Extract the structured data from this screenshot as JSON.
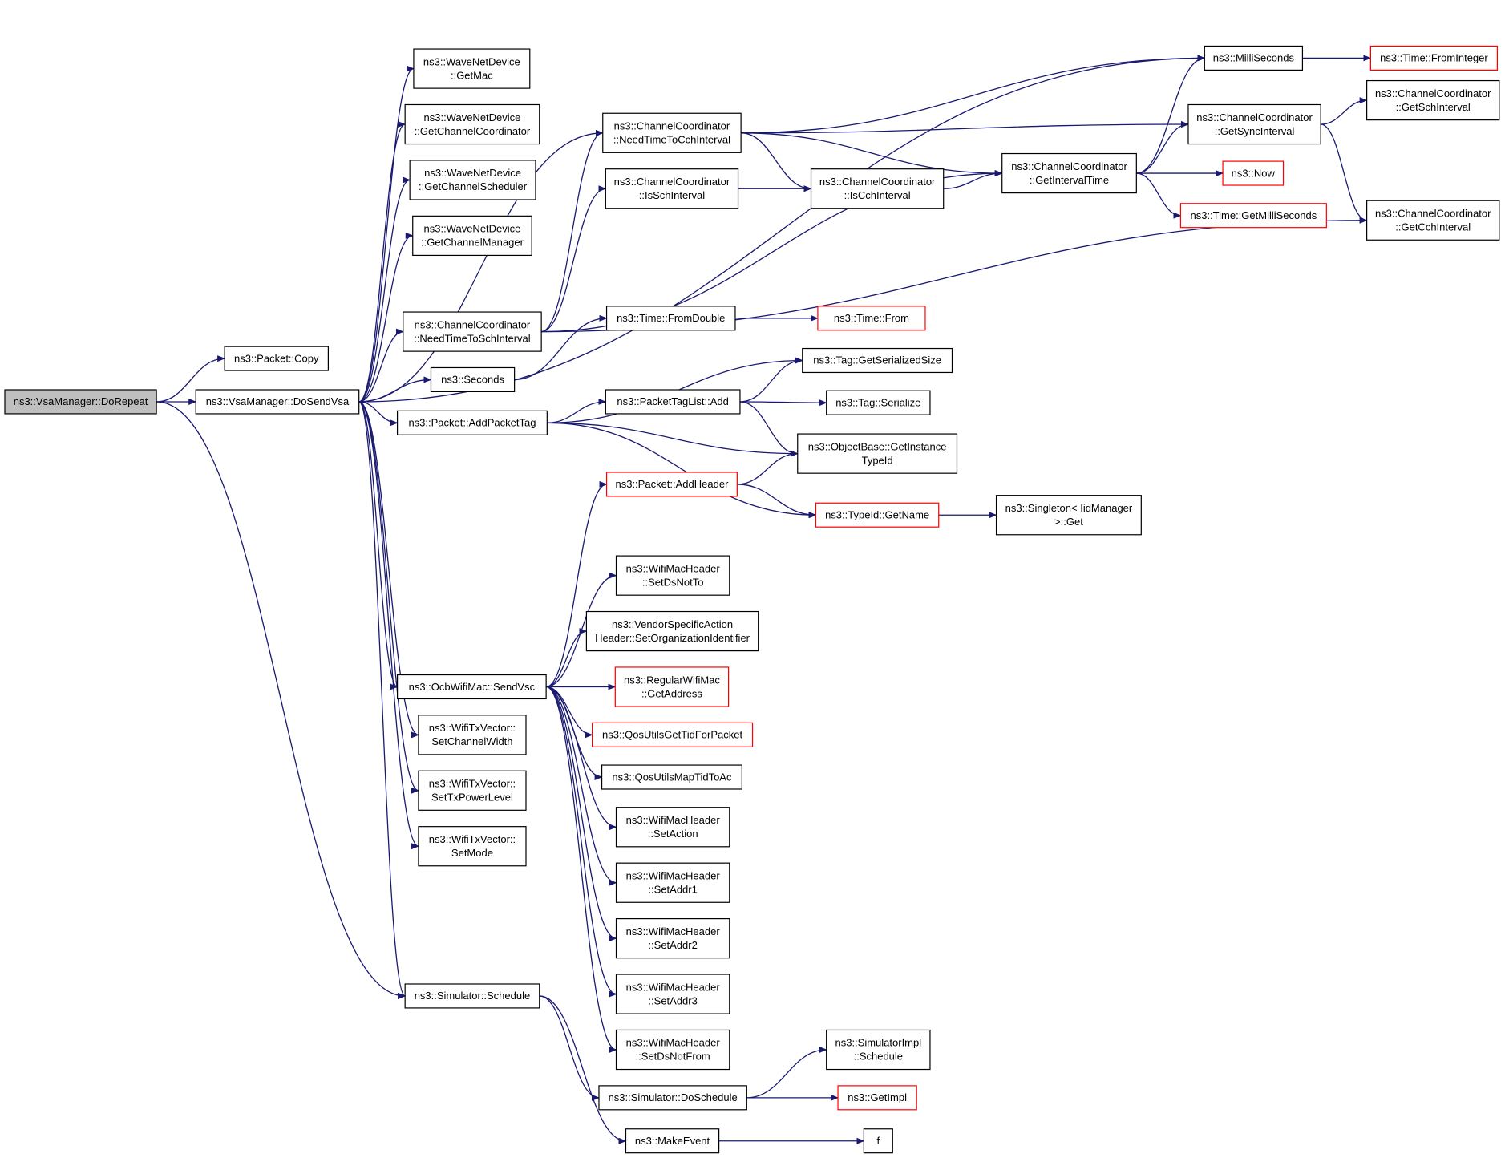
{
  "diagram": {
    "type": "call-graph",
    "edge_color": "#191970",
    "truncated_border_color": "#ff0000",
    "root_fill": "#bfbfbf",
    "nodes": [
      {
        "id": "dorepeat",
        "lines": [
          "ns3::VsaManager::DoRepeat"
        ],
        "root": true
      },
      {
        "id": "copy",
        "lines": [
          "ns3::Packet::Copy"
        ]
      },
      {
        "id": "dosendvsa",
        "lines": [
          "ns3::VsaManager::DoSendVsa"
        ]
      },
      {
        "id": "getmac",
        "lines": [
          "ns3::WaveNetDevice",
          "::GetMac"
        ]
      },
      {
        "id": "getchcoord",
        "lines": [
          "ns3::WaveNetDevice",
          "::GetChannelCoordinator"
        ]
      },
      {
        "id": "getchsched",
        "lines": [
          "ns3::WaveNetDevice",
          "::GetChannelScheduler"
        ]
      },
      {
        "id": "getchmgr",
        "lines": [
          "ns3::WaveNetDevice",
          "::GetChannelManager"
        ]
      },
      {
        "id": "needtosch",
        "lines": [
          "ns3::ChannelCoordinator",
          "::NeedTimeToSchInterval"
        ]
      },
      {
        "id": "seconds",
        "lines": [
          "ns3::Seconds"
        ]
      },
      {
        "id": "addpackettag",
        "lines": [
          "ns3::Packet::AddPacketTag"
        ]
      },
      {
        "id": "needtocch",
        "lines": [
          "ns3::ChannelCoordinator",
          "::NeedTimeToCchInterval"
        ]
      },
      {
        "id": "isschint",
        "lines": [
          "ns3::ChannelCoordinator",
          "::IsSchInterval"
        ]
      },
      {
        "id": "iscchint",
        "lines": [
          "ns3::ChannelCoordinator",
          "::IsCchInterval"
        ]
      },
      {
        "id": "getinttime",
        "lines": [
          "ns3::ChannelCoordinator",
          "::GetIntervalTime"
        ]
      },
      {
        "id": "millisec",
        "lines": [
          "ns3::MilliSeconds"
        ]
      },
      {
        "id": "frominteger",
        "lines": [
          "ns3::Time::FromInteger"
        ],
        "truncated": true
      },
      {
        "id": "getsyncint",
        "lines": [
          "ns3::ChannelCoordinator",
          "::GetSyncInterval"
        ]
      },
      {
        "id": "getschint",
        "lines": [
          "ns3::ChannelCoordinator",
          "::GetSchInterval"
        ]
      },
      {
        "id": "getcchint",
        "lines": [
          "ns3::ChannelCoordinator",
          "::GetCchInterval"
        ]
      },
      {
        "id": "now",
        "lines": [
          "ns3::Now"
        ],
        "truncated": true
      },
      {
        "id": "getmillisec",
        "lines": [
          "ns3::Time::GetMilliSeconds"
        ],
        "truncated": true
      },
      {
        "id": "fromdouble",
        "lines": [
          "ns3::Time::FromDouble"
        ]
      },
      {
        "id": "timefrom",
        "lines": [
          "ns3::Time::From"
        ],
        "truncated": true
      },
      {
        "id": "taggetsersize",
        "lines": [
          "ns3::Tag::GetSerializedSize"
        ]
      },
      {
        "id": "ptladd",
        "lines": [
          "ns3::PacketTagList::Add"
        ]
      },
      {
        "id": "tagserialize",
        "lines": [
          "ns3::Tag::Serialize"
        ]
      },
      {
        "id": "getinstancetypeid",
        "lines": [
          "ns3::ObjectBase::GetInstance",
          "TypeId"
        ]
      },
      {
        "id": "addheader",
        "lines": [
          "ns3::Packet::AddHeader"
        ],
        "truncated": true
      },
      {
        "id": "typeidgetname",
        "lines": [
          "ns3::TypeId::GetName"
        ],
        "truncated": true
      },
      {
        "id": "singletonget",
        "lines": [
          "ns3::Singleton< IidManager",
          ">::Get"
        ]
      },
      {
        "id": "setdsnotto",
        "lines": [
          "ns3::WifiMacHeader",
          "::SetDsNotTo"
        ]
      },
      {
        "id": "setorgid",
        "lines": [
          "ns3::VendorSpecificAction",
          "Header::SetOrganizationIdentifier"
        ]
      },
      {
        "id": "sendvsc",
        "lines": [
          "ns3::OcbWifiMac::SendVsc"
        ]
      },
      {
        "id": "getaddress",
        "lines": [
          "ns3::RegularWifiMac",
          "::GetAddress"
        ],
        "truncated": true
      },
      {
        "id": "qosgettid",
        "lines": [
          "ns3::QosUtilsGetTidForPacket"
        ],
        "truncated": true
      },
      {
        "id": "qosmaptid",
        "lines": [
          "ns3::QosUtilsMapTidToAc"
        ]
      },
      {
        "id": "setchwidth",
        "lines": [
          "ns3::WifiTxVector::",
          "SetChannelWidth"
        ]
      },
      {
        "id": "settxpower",
        "lines": [
          "ns3::WifiTxVector::",
          "SetTxPowerLevel"
        ]
      },
      {
        "id": "setmode",
        "lines": [
          "ns3::WifiTxVector::",
          "SetMode"
        ]
      },
      {
        "id": "setaction",
        "lines": [
          "ns3::WifiMacHeader",
          "::SetAction"
        ]
      },
      {
        "id": "setaddr1",
        "lines": [
          "ns3::WifiMacHeader",
          "::SetAddr1"
        ]
      },
      {
        "id": "setaddr2",
        "lines": [
          "ns3::WifiMacHeader",
          "::SetAddr2"
        ]
      },
      {
        "id": "setaddr3",
        "lines": [
          "ns3::WifiMacHeader",
          "::SetAddr3"
        ]
      },
      {
        "id": "setdsnotfrom",
        "lines": [
          "ns3::WifiMacHeader",
          "::SetDsNotFrom"
        ]
      },
      {
        "id": "simschedule",
        "lines": [
          "ns3::Simulator::Schedule"
        ]
      },
      {
        "id": "simimplschedule",
        "lines": [
          "ns3::SimulatorImpl",
          "::Schedule"
        ]
      },
      {
        "id": "dosched",
        "lines": [
          "ns3::Simulator::DoSchedule"
        ]
      },
      {
        "id": "getimpl",
        "lines": [
          "ns3::GetImpl"
        ],
        "truncated": true
      },
      {
        "id": "makeevent",
        "lines": [
          "ns3::MakeEvent"
        ]
      },
      {
        "id": "f",
        "lines": [
          "f"
        ]
      }
    ],
    "edges": [
      [
        "dorepeat",
        "copy"
      ],
      [
        "dorepeat",
        "dosendvsa"
      ],
      [
        "dorepeat",
        "simschedule"
      ],
      [
        "dosendvsa",
        "getmac"
      ],
      [
        "dosendvsa",
        "getchcoord"
      ],
      [
        "dosendvsa",
        "getchsched"
      ],
      [
        "dosendvsa",
        "getchmgr"
      ],
      [
        "dosendvsa",
        "needtocch"
      ],
      [
        "dosendvsa",
        "millisec"
      ],
      [
        "dosendvsa",
        "needtosch"
      ],
      [
        "dosendvsa",
        "seconds"
      ],
      [
        "dosendvsa",
        "addpackettag"
      ],
      [
        "dosendvsa",
        "sendvsc"
      ],
      [
        "dosendvsa",
        "setchwidth"
      ],
      [
        "dosendvsa",
        "settxpower"
      ],
      [
        "dosendvsa",
        "setmode"
      ],
      [
        "dosendvsa",
        "simschedule"
      ],
      [
        "needtocch",
        "millisec"
      ],
      [
        "needtocch",
        "getsyncint"
      ],
      [
        "needtocch",
        "getinttime"
      ],
      [
        "needtocch",
        "iscchint"
      ],
      [
        "needtosch",
        "needtocch"
      ],
      [
        "needtosch",
        "isschint"
      ],
      [
        "needtosch",
        "getinttime"
      ],
      [
        "needtosch",
        "getcchint"
      ],
      [
        "isschint",
        "iscchint"
      ],
      [
        "iscchint",
        "getinttime"
      ],
      [
        "getinttime",
        "millisec"
      ],
      [
        "getinttime",
        "getsyncint"
      ],
      [
        "getinttime",
        "now"
      ],
      [
        "getinttime",
        "getmillisec"
      ],
      [
        "millisec",
        "frominteger"
      ],
      [
        "getsyncint",
        "getschint"
      ],
      [
        "getsyncint",
        "getcchint"
      ],
      [
        "seconds",
        "fromdouble"
      ],
      [
        "fromdouble",
        "timefrom"
      ],
      [
        "addpackettag",
        "taggetsersize"
      ],
      [
        "addpackettag",
        "ptladd"
      ],
      [
        "addpackettag",
        "getinstancetypeid"
      ],
      [
        "addpackettag",
        "typeidgetname"
      ],
      [
        "ptladd",
        "taggetsersize"
      ],
      [
        "ptladd",
        "tagserialize"
      ],
      [
        "ptladd",
        "getinstancetypeid"
      ],
      [
        "addheader",
        "getinstancetypeid"
      ],
      [
        "addheader",
        "typeidgetname"
      ],
      [
        "typeidgetname",
        "singletonget"
      ],
      [
        "sendvsc",
        "addheader"
      ],
      [
        "sendvsc",
        "setdsnotto"
      ],
      [
        "sendvsc",
        "setorgid"
      ],
      [
        "sendvsc",
        "getaddress"
      ],
      [
        "sendvsc",
        "qosgettid"
      ],
      [
        "sendvsc",
        "qosmaptid"
      ],
      [
        "sendvsc",
        "setaction"
      ],
      [
        "sendvsc",
        "setaddr1"
      ],
      [
        "sendvsc",
        "setaddr2"
      ],
      [
        "sendvsc",
        "setaddr3"
      ],
      [
        "sendvsc",
        "setdsnotfrom"
      ],
      [
        "simschedule",
        "dosched"
      ],
      [
        "simschedule",
        "makeevent"
      ],
      [
        "dosched",
        "simimplschedule"
      ],
      [
        "dosched",
        "getimpl"
      ],
      [
        "makeevent",
        "f"
      ]
    ]
  }
}
